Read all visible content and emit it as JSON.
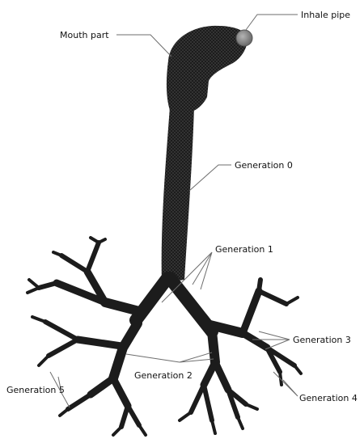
{
  "figure": {
    "background": "#ffffff",
    "mesh_color": "#1c1c1c",
    "leader_color": "#6e6e6e",
    "pipe_color": "#8a8a8a"
  },
  "labels": {
    "inhale_pipe": "Inhale pipe",
    "mouth_part": "Mouth part",
    "generation_0": "Generation 0",
    "generation_1": "Generation 1",
    "generation_2": "Generation 2",
    "generation_3": "Generation 3",
    "generation_4": "Generation 4",
    "generation_5": "Generation 5"
  }
}
